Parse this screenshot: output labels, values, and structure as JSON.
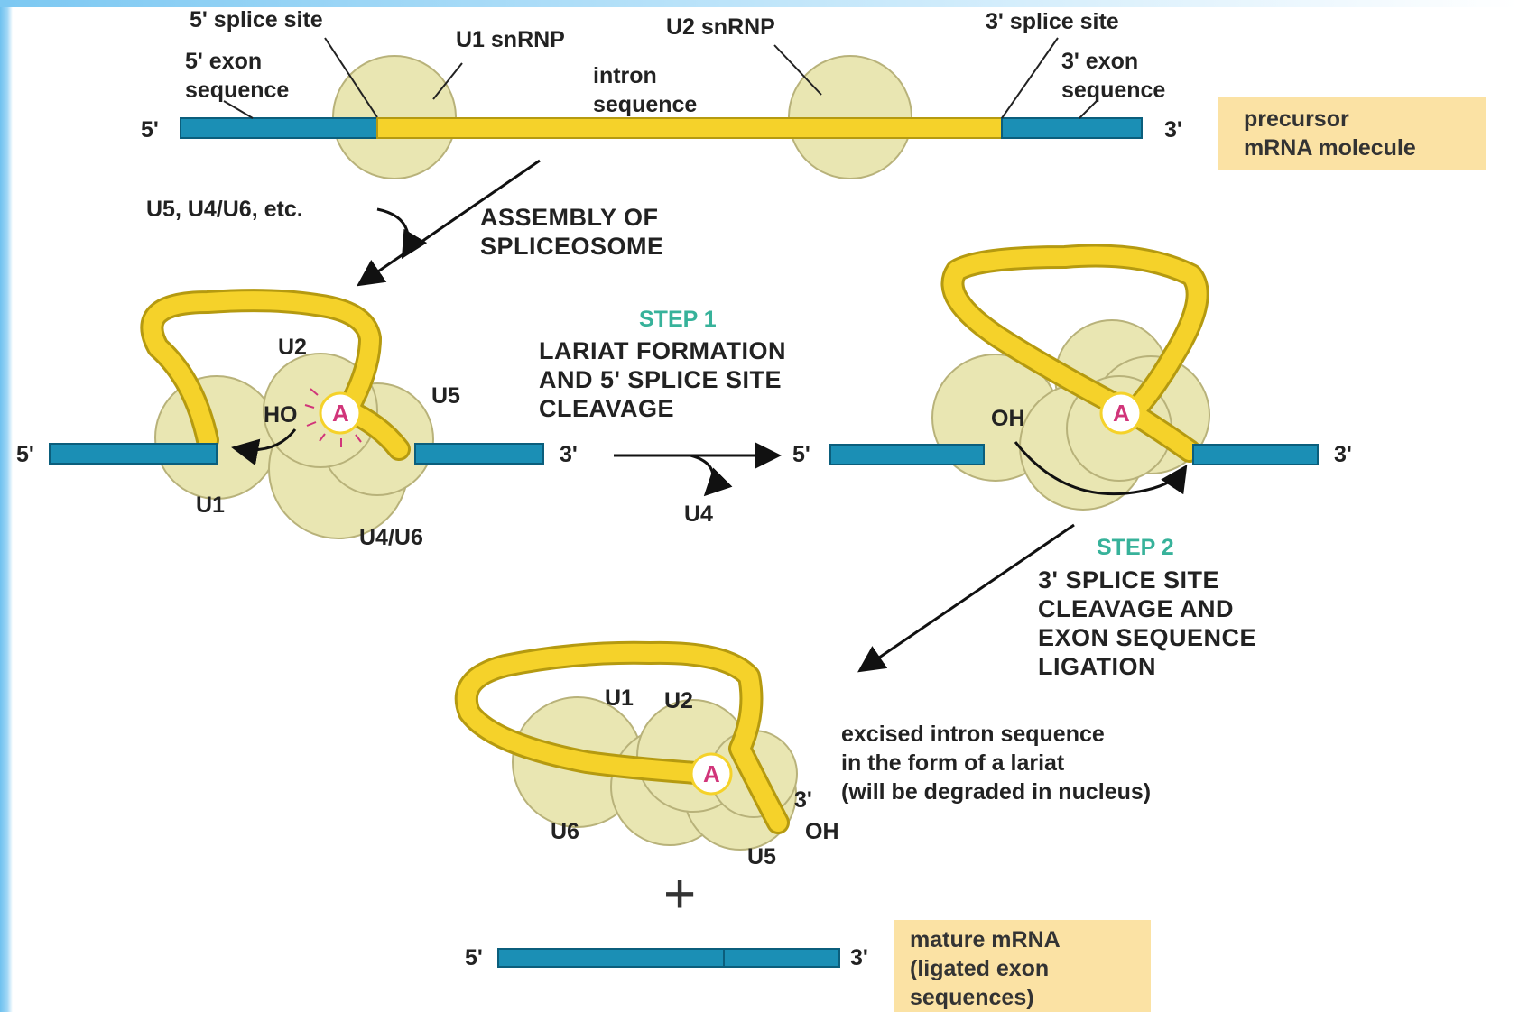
{
  "labels": {
    "five_splice_site": "5' splice site",
    "u1_snrnp": "U1 snRNP",
    "u2_snrnp": "U2 snRNP",
    "three_splice_site": "3' splice site",
    "five_exon_1": "5' exon",
    "five_exon_2": "sequence",
    "intron_1": "intron",
    "intron_2": "sequence",
    "three_exon_1": "3' exon",
    "three_exon_2": "sequence",
    "five_prime": "5'",
    "three_prime": "3'",
    "precursor_1": "precursor",
    "precursor_2": "mRNA molecule",
    "u5_u4u6": "U5, U4/U6, etc.",
    "assembly_1": "ASSEMBLY OF",
    "assembly_2": "SPLICEOSOME",
    "step1": "STEP 1",
    "step1_1": "LARIAT FORMATION",
    "step1_2": "AND 5' SPLICE SITE",
    "step1_3": "CLEAVAGE",
    "u4": "U4",
    "u2": "U2",
    "u5": "U5",
    "u1": "U1",
    "u4u6": "U4/U6",
    "u6": "U6",
    "ho": "HO",
    "oh": "OH",
    "a": "A",
    "step2": "STEP 2",
    "step2_1": "3' SPLICE SITE",
    "step2_2": "CLEAVAGE AND",
    "step2_3": "EXON SEQUENCE",
    "step2_4": "LIGATION",
    "excised_1": "excised intron sequence",
    "excised_2": "in the form of a lariat",
    "excised_3": "(will be degraded in nucleus)",
    "plus": "+",
    "mature_1": "mature mRNA",
    "mature_2": "(ligated exon",
    "mature_3": "sequences)"
  },
  "colors": {
    "exon": "#1b8fb5",
    "intron": "#f5d22a",
    "snrnp": "#e9e6b2",
    "label_box": "#fbe2a4",
    "step": "#37b29a",
    "branch_a": "#d1357a"
  }
}
